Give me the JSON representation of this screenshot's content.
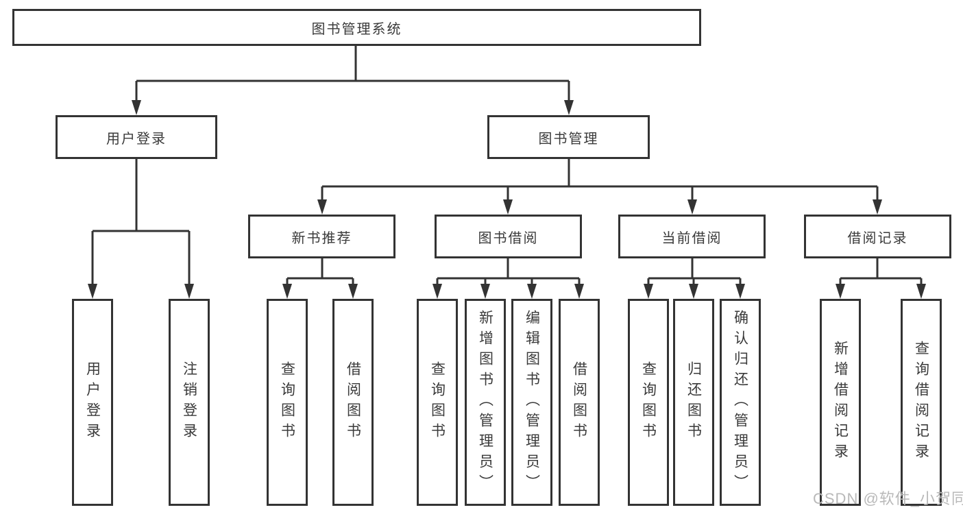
{
  "diagram": {
    "title_node": {
      "label": "图书管理系统"
    },
    "level2": [
      {
        "label": "用户登录"
      },
      {
        "label": "图书管理"
      }
    ],
    "level3": [
      {
        "label": "新书推荐"
      },
      {
        "label": "图书借阅"
      },
      {
        "label": "当前借阅"
      },
      {
        "label": "借阅记录"
      }
    ],
    "leaves": {
      "user": [
        "用户登录",
        "注销登录"
      ],
      "recommend": [
        "查询图书",
        "借阅图书"
      ],
      "borrow": [
        "查询图书",
        "新增图书（管理员）",
        "编辑图书（管理员）",
        "借阅图书"
      ],
      "current": [
        "查询图书",
        "归还图书",
        "确认归还（管理员）"
      ],
      "records": [
        "新增借阅记录",
        "查询借阅记录"
      ]
    },
    "colors": {
      "line": "#333333",
      "text": "#3a3a3a",
      "watermark": "#b9b9b9",
      "background": "#ffffff"
    }
  },
  "watermark": {
    "text": "CSDN @软件_小贺同学"
  }
}
